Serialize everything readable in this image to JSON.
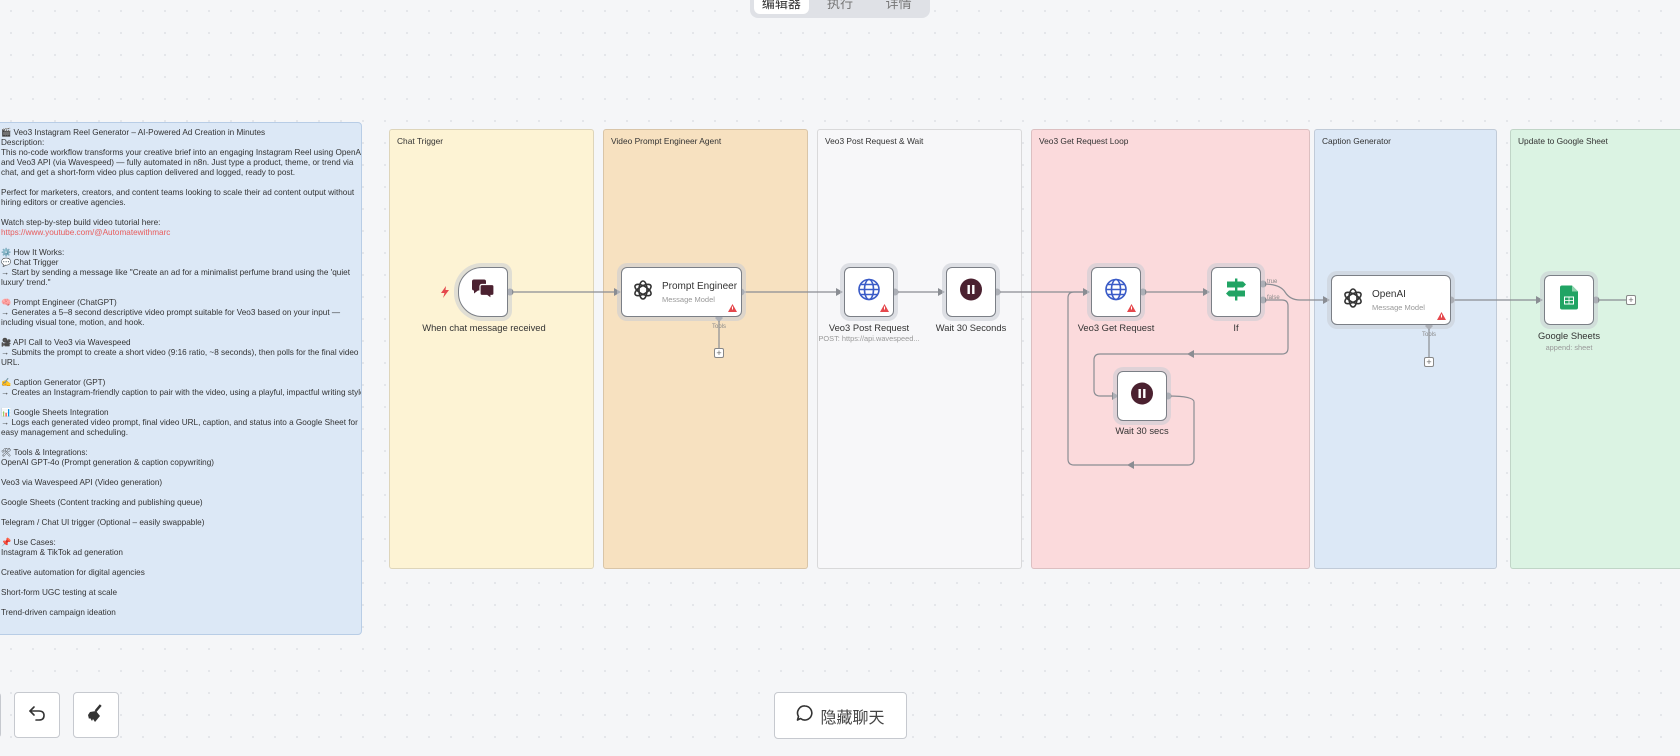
{
  "top_tabs": [
    "编辑器",
    "执行",
    "详情"
  ],
  "description_note": {
    "lines": [
      "🎬 Veo3 Instagram Reel Generator – AI-Powered Ad Creation in Minutes",
      "Description:",
      "This no-code workflow transforms your creative brief into an engaging Instagram Reel using OpenAI",
      "and Veo3 API (via Wavespeed) — fully automated in n8n. Just type a product, theme, or trend via",
      "chat, and get a short-form video plus caption delivered and logged, ready to post.",
      "",
      "Perfect for marketers, creators, and content teams looking to scale their ad content output without",
      "hiring editors or creative agencies.",
      "",
      "Watch step-by-step build video tutorial here:",
      "https://www.youtube.com/@Automatewithmarc",
      "",
      "⚙️ How It Works:",
      "💬 Chat Trigger",
      "→ Start by sending a message like \"Create an ad for a minimalist perfume brand using the 'quiet",
      "luxury' trend.\"",
      "",
      "🧠 Prompt Engineer (ChatGPT)",
      "→ Generates a 5–8 second descriptive video prompt suitable for Veo3 based on your input —",
      "including visual tone, motion, and hook.",
      "",
      "🎥 API Call to Veo3 via Wavespeed",
      "→ Submits the prompt to create a short video (9:16 ratio, ~8 seconds), then polls for the final video",
      "URL.",
      "",
      "✍️ Caption Generator (GPT)",
      "→ Creates an Instagram-friendly caption to pair with the video, using a playful, impactful writing style.",
      "",
      "📊 Google Sheets Integration",
      "→ Logs each generated video prompt, final video URL, caption, and status into a Google Sheet for",
      "easy management and scheduling.",
      "",
      "🛠 Tools & Integrations:",
      "OpenAI GPT-4o (Prompt generation & caption copywriting)",
      "",
      "Veo3 via Wavespeed API (Video generation)",
      "",
      "Google Sheets (Content tracking and publishing queue)",
      "",
      "Telegram / Chat UI trigger (Optional – easily swappable)",
      "",
      "📌 Use Cases:",
      "Instagram & TikTok ad generation",
      "",
      "Creative automation for digital agencies",
      "",
      "Short-form UGC testing at scale",
      "",
      "Trend-driven campaign ideation"
    ],
    "link_line_index": 10
  },
  "sticky_notes": [
    {
      "title": "Chat Trigger",
      "color": "#fdf3d4"
    },
    {
      "title": "Video Prompt Engineer Agent",
      "color": "#f7e1c0"
    },
    {
      "title": "Veo3 Post Request & Wait",
      "color": "#f7f7f9"
    },
    {
      "title": "Veo3 Get Request Loop",
      "color": "#fbdadc"
    },
    {
      "title": "Caption Generator",
      "color": "#dce8f6"
    },
    {
      "title": "Update to Google Sheet",
      "color": "#dbf3e3"
    }
  ],
  "nodes": {
    "chat_trigger": {
      "label": "When chat message received",
      "icon": "chat-bubbles-icon"
    },
    "prompt_engineer": {
      "title": "Prompt Engineer",
      "subtitle": "Message Model",
      "icon": "openai-icon"
    },
    "post_request": {
      "label": "Veo3 Post Request",
      "subtitle": "POST: https://api.wavespeed...",
      "icon": "globe-icon"
    },
    "wait_30_seconds": {
      "label": "Wait 30 Seconds",
      "icon": "pause-icon"
    },
    "get_request": {
      "label": "Veo3 Get Request",
      "icon": "globe-icon"
    },
    "if_node": {
      "label": "If",
      "icon": "signpost-icon",
      "true_label": "true",
      "false_label": "false"
    },
    "wait_30_secs": {
      "label": "Wait 30 secs",
      "icon": "pause-icon"
    },
    "openai": {
      "title": "OpenAI",
      "subtitle": "Message Model",
      "icon": "openai-icon"
    },
    "google_sheets": {
      "label": "Google Sheets",
      "subtitle": "append: sheet",
      "icon": "google-sheets-icon"
    }
  },
  "tools_label": "Tools",
  "plus_symbol": "+",
  "bottom": {
    "undo_icon": "undo-icon",
    "clear_icon": "broom-icon",
    "chat_button_label": "隐藏聊天",
    "chat_icon": "chat-bubble-icon"
  },
  "colors": {
    "warning": "#e5484d",
    "pause": "#4b2130",
    "globe": "#3a5bc7",
    "sheets": "#21a464",
    "wire": "#8a8d93"
  }
}
